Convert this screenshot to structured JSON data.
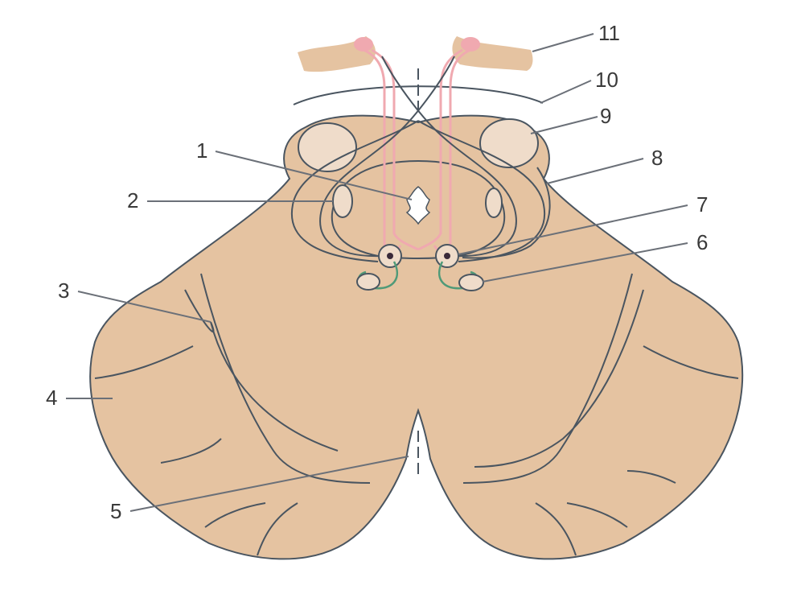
{
  "colors": {
    "tissue": "#e5c3a1",
    "outline": "#4a5560",
    "pink": "#f0a9b0",
    "green": "#4f9a78",
    "light": "#efdcca",
    "background": "#ffffff"
  },
  "labels": [
    {
      "id": "1",
      "text": "1"
    },
    {
      "id": "2",
      "text": "2"
    },
    {
      "id": "3",
      "text": "3"
    },
    {
      "id": "4",
      "text": "4"
    },
    {
      "id": "5",
      "text": "5"
    },
    {
      "id": "6",
      "text": "6"
    },
    {
      "id": "7",
      "text": "7"
    },
    {
      "id": "8",
      "text": "8"
    },
    {
      "id": "9",
      "text": "9"
    },
    {
      "id": "10",
      "text": "10"
    },
    {
      "id": "11",
      "text": "11"
    }
  ]
}
